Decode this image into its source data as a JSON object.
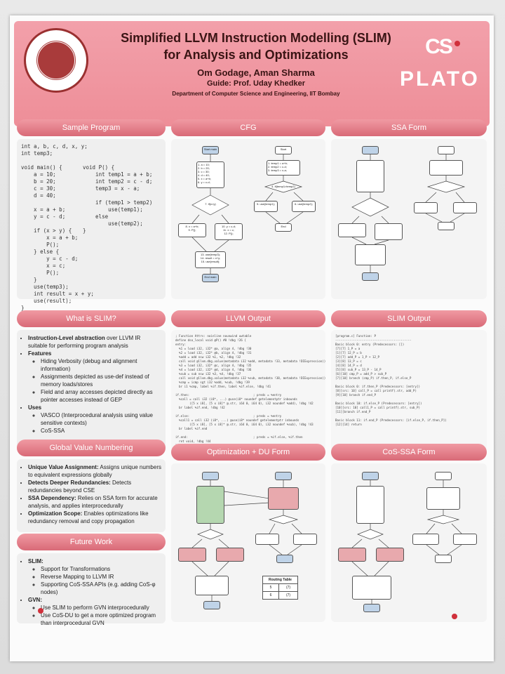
{
  "title": {
    "line1": "Simplified LLVM Instruction Modelling (SLIM)",
    "line2": "for Analysis and Optimizations",
    "authors": "Om Godage, Aman Sharma",
    "guide": "Guide: Prof. Uday Khedker",
    "dept": "Department of Computer Science and Engineering, IIT Bombay"
  },
  "logo_right": {
    "cs": "CS",
    "plato": "PLATO"
  },
  "panels": {
    "sample": "Sample Program",
    "cfg": "CFG",
    "ssa": "SSA Form",
    "what": "What is SLIM?",
    "llvm": "LLVM Output",
    "slim": "SLIM Output",
    "gvn": "Global Value Numbering",
    "future": "Future Work",
    "opt": "Optimization + DU Form",
    "cossa": "CoS-SSA Form"
  },
  "sample_code_left": "int a, b, c, d, x, y;\nint temp3;\n\nvoid main() {\n    a = 10;\n    b = 20;\n    c = 30;\n    d = 40;\n\n    x = a + b;\n    y = c - d;\n\n    if (x > y) {\n        x = a + b;\n        P();\n    } else {\n        y = c - d;\n        x = c;\n        P();\n    }\n    use(temp3);\n    int result = x + y;\n    use(result);\n}",
  "sample_code_right": "void P() {\n    int temp1 = a + b;\n    int temp2 = c - d;\n    temp3 = x - a;\n\n    if (temp1 > temp2)\n        use(temp1);\n    else\n        use(temp2);\n}",
  "what": {
    "b1_bold": "Instruction-Level abstraction",
    "b1_rest": " over LLVM IR suitable for performing program analysis",
    "b2": "Features",
    "f1": "Hiding Verbosity (debug and alignment information)",
    "f2": "Assignments depicted as use-def instead of memory loads/stores",
    "f3": "Field and array accesses depicted directly as pointer accesses instead of GEP",
    "b3": "Uses",
    "u1": "VASCO (Interprocedural analysis using value sensitive contexts)",
    "u2": "CoS-SSA"
  },
  "gvn": {
    "g1b": "Unique Value Assignment:",
    "g1": " Assigns unique numbers to equivalent expressions globally",
    "g2b": "Detects Deeper Redundancies:",
    "g2": " Detects redundancies beyond CSE",
    "g3b": "SSA Dependency:",
    "g3": " Relies on SSA form for accurate analysis, and applies interprocedurally",
    "g4b": "Optimization Scope:",
    "g4": " Enables optimizations like redundancy removal and copy propagation"
  },
  "future": {
    "s": "SLIM:",
    "s1": "Support for Transformations",
    "s2": "Reverse Mapping to LLVM IR",
    "s3": "Supporting CoS-SSA APIs (e.g. adding CoS-φ nodes)",
    "g": "GVN:",
    "g1": "Use SLIM to perform GVN interprocedurally",
    "g2": "Use CoS-DU to get a more optimized program than interprocedural GVN"
  },
  "llvm_text": "; Function Attrs: noinline nounwind uwtable\ndefine dso_local void @P() #0 !dbg !26 {\nentry:\n  %1 = load i32, i32* @a, align 4, !dbg !30\n  %2 = load i32, i32* @b, align 4, !dbg !31\n  %add = add nsw i32 %1, %2, !dbg !32\n  call void @llvm.dbg.value(metadata i32 %add, metadata !33, metadata !DIExpression()), !dbg !34\n  %3 = load i32, i32* @c, align 4, !dbg !35\n  %4 = load i32, i32* @d, align 4, !dbg !36\n  %sub = sub nsw i32 %3, %4, !dbg !37\n  call void @llvm.dbg.value(metadata i32 %sub, metadata !38, metadata !DIExpression()), !dbg !34\n  %cmp = icmp sgt i32 %add, %sub, !dbg !39\n  br i1 %cmp, label %if.then, label %if.else, !dbg !41\n\nif.then:                                    ; preds = %entry\n  %call = call i32 (i8*, ...) @use(i8* noundef getelementptr inbounds\n        ([5 x i8], [5 x i8]* @.str, i64 0, i64 0), i32 noundef %add), !dbg !42\n  br label %if.end, !dbg !42\n\nif.else:                                    ; preds = %entry\n  %call1 = call i32 (i8*, ...) @use(i8* noundef getelementptr inbounds\n        ([5 x i8], [5 x i8]* @.str, i64 0, i64 0), i32 noundef %sub), !dbg !43\n  br label %if.end\n\nif.end:                                     ; preds = %if.else, %if.then\n  ret void, !dbg !44\n}",
  "slim_text": "[program.c] Function: P\n-------------------------------------------\nBasic block 0: entry (Predecessors: [])\n[7][7] 1_P = a\n[1][7] 12_P = b\n[2][7] add_P = 1_P + 12_P\n[3][8] 13_P = c\n[4][8] 14_P = d\n[5][8] sub_P = 13_P - 14_P\n[6][10] cmp_P = add_P > sub_P\n[7][10] branch (cmp_P) if.then_P, if.else_P\n\nBasic block 0: if.then_P (Predecessors: [entry])\n[8][src: 10] call_P = call printf(.str, add_P)\n[9][10] branch if.end_P\n\nBasic block 10: if.else_P (Predecessors: [entry])\n[10][src: 10] call1_P = call printf(.str, sub_P)\n[11][branch if.end_P\n\nBasic block 11: if.end_P (Predecessors: [if.else_P, if.then_P])\n[12][14] return",
  "cfg": {
    "start_main": "Start main",
    "b1": "1. a = 10;\n2. b = 20;\n3. c = 30;\n4. d = 40;\n5. x = a+b;\n6. y = c-d;",
    "b7": "7. if(x>y)",
    "b8": "8. x = a+b;\n9. P();",
    "b10": "10. y = c-d;\n11. x = c;\n12. P();",
    "b13": "13. use(temp3);\n14. result = x+y;\n15. use(result);",
    "end_main": "End main",
    "start_p": "Start",
    "p1": "1. temp1 = a+b;\n2. temp2 = c-d;\n3. temp3 = x-a;",
    "p4": "4. if(temp1>temp2)",
    "p5": "5. use(temp1);",
    "p6": "6. use(temp2);",
    "end_p": "End"
  },
  "routing": {
    "title": "Routing Table",
    "rows": [
      [
        "5",
        "(7)"
      ],
      [
        "6",
        "(7)"
      ]
    ]
  }
}
